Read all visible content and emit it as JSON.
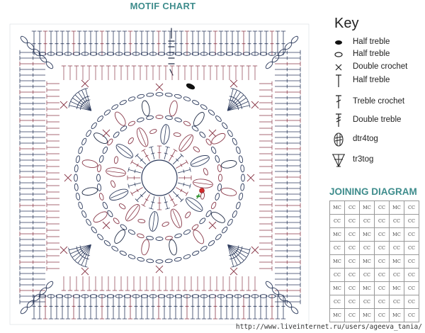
{
  "chart": {
    "title": "MOTIF CHART",
    "colors": {
      "teal": "#3e8c8c",
      "navy": "#2c3a5c",
      "maroon": "#8a3a4a",
      "ink": "#1e2a44"
    }
  },
  "key": {
    "title": "Key",
    "items": [
      {
        "icon": "half-treble-filled-oval-icon",
        "label": "Half treble"
      },
      {
        "icon": "half-treble-open-oval-icon",
        "label": "Half treble"
      },
      {
        "icon": "double-crochet-cross-icon",
        "label": "Double crochet"
      },
      {
        "icon": "half-treble-t-icon",
        "label": "Half treble"
      },
      {
        "icon": "treble-crochet-icon",
        "label": "Treble crochet"
      },
      {
        "icon": "double-treble-icon",
        "label": "Double treble"
      },
      {
        "icon": "dtr4tog-icon",
        "label": "dtr4tog"
      },
      {
        "icon": "tr3tog-icon",
        "label": "tr3tog"
      }
    ]
  },
  "joining": {
    "title": "JOINING DIAGRAM",
    "rows": [
      [
        "MC",
        "CC",
        "MC",
        "CC",
        "MC",
        "CC"
      ],
      [
        "CC",
        "CC",
        "CC",
        "CC",
        "CC",
        "CC"
      ],
      [
        "MC",
        "CC",
        "MC",
        "CC",
        "MC",
        "CC"
      ],
      [
        "CC",
        "CC",
        "CC",
        "CC",
        "CC",
        "CC"
      ],
      [
        "MC",
        "CC",
        "MC",
        "CC",
        "MC",
        "CC"
      ],
      [
        "CC",
        "CC",
        "CC",
        "CC",
        "CC",
        "CC"
      ],
      [
        "MC",
        "CC",
        "MC",
        "CC",
        "MC",
        "CC"
      ],
      [
        "CC",
        "CC",
        "CC",
        "CC",
        "CC",
        "CC"
      ],
      [
        "MC",
        "CC",
        "MC",
        "CC",
        "MC",
        "CC"
      ]
    ]
  },
  "watermark": "http://www.liveinternet.ru/users/ageeva_tania/"
}
